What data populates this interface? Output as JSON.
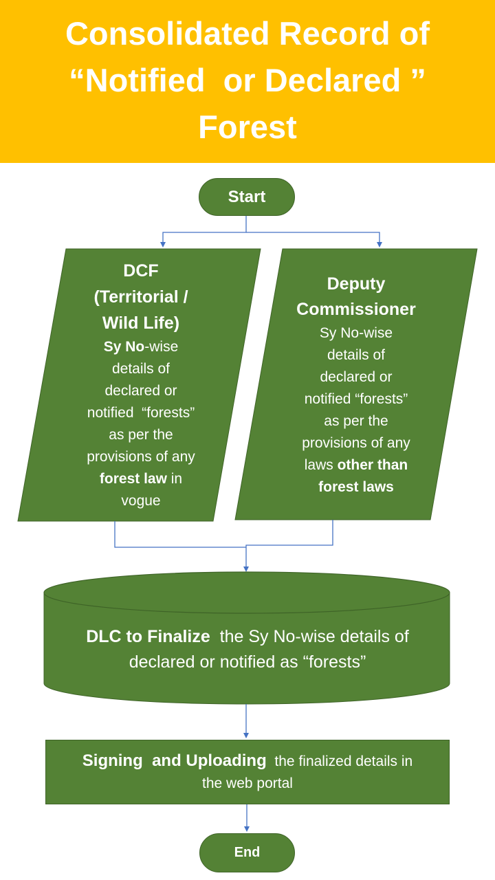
{
  "title": {
    "line1": "Consolidated Record of",
    "line2": "“Notified  or Declared ”",
    "line3": "Forest"
  },
  "start": {
    "label": "Start"
  },
  "left_box": {
    "heading_1": "DCF",
    "heading_2": "(Territorial /",
    "heading_3": "Wild Life)",
    "sy_no": "Sy No",
    "wise": "-wise",
    "l2": "details of",
    "l3": "declared or",
    "l4": "notified  “forests”",
    "l5": "as per the",
    "l6": "provisions of any",
    "forest_law": "forest law",
    "in": " in",
    "l8": "vogue"
  },
  "right_box": {
    "heading_1": "Deputy",
    "heading_2": "Commissioner",
    "l1": "Sy No-wise",
    "l2": "details of",
    "l3": "declared or",
    "l4": "notified “forests”",
    "l5": "as per the",
    "l6": "provisions of any",
    "laws": "laws ",
    "other_than": "other than",
    "forest_laws": "forest laws"
  },
  "dlc_box": {
    "bold": "DLC to Finalize",
    "rest1": "  the Sy No-wise details of",
    "rest2": "declared or notified as “forests”"
  },
  "sign_box": {
    "bold": "Signing  and Uploading",
    "rest1": "  the finalized details in",
    "rest2": "the web portal"
  },
  "end": {
    "label": "End"
  },
  "colors": {
    "banner": "#ffc000",
    "shape_fill": "#548235",
    "connector": "#4472c4"
  }
}
